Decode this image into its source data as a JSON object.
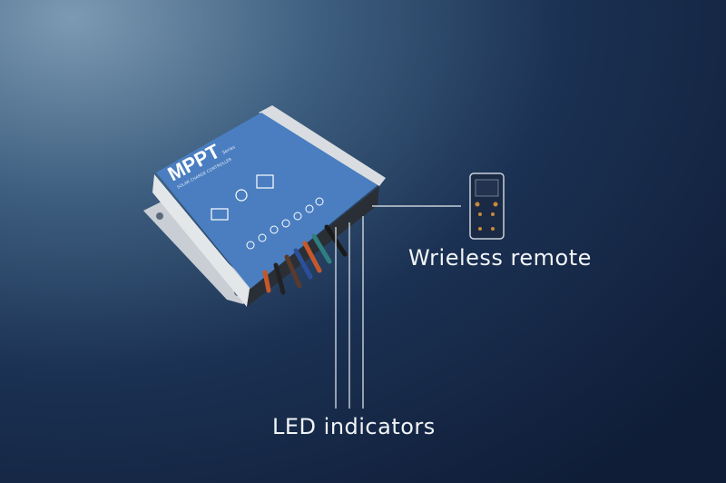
{
  "device": {
    "brand": "MPPT",
    "series": "Series",
    "subtitle": "SOLAR CHARGE CONTROLLER",
    "top_color": "#4a7ec0",
    "wire_colors": [
      "#c5582b",
      "#222222",
      "#5a3a2a",
      "#2c4f9a",
      "#c5582b",
      "#2f7f80",
      "#1a1a1a"
    ]
  },
  "callouts": {
    "remote": "Wrieless remote",
    "leds": "LED indicators"
  }
}
